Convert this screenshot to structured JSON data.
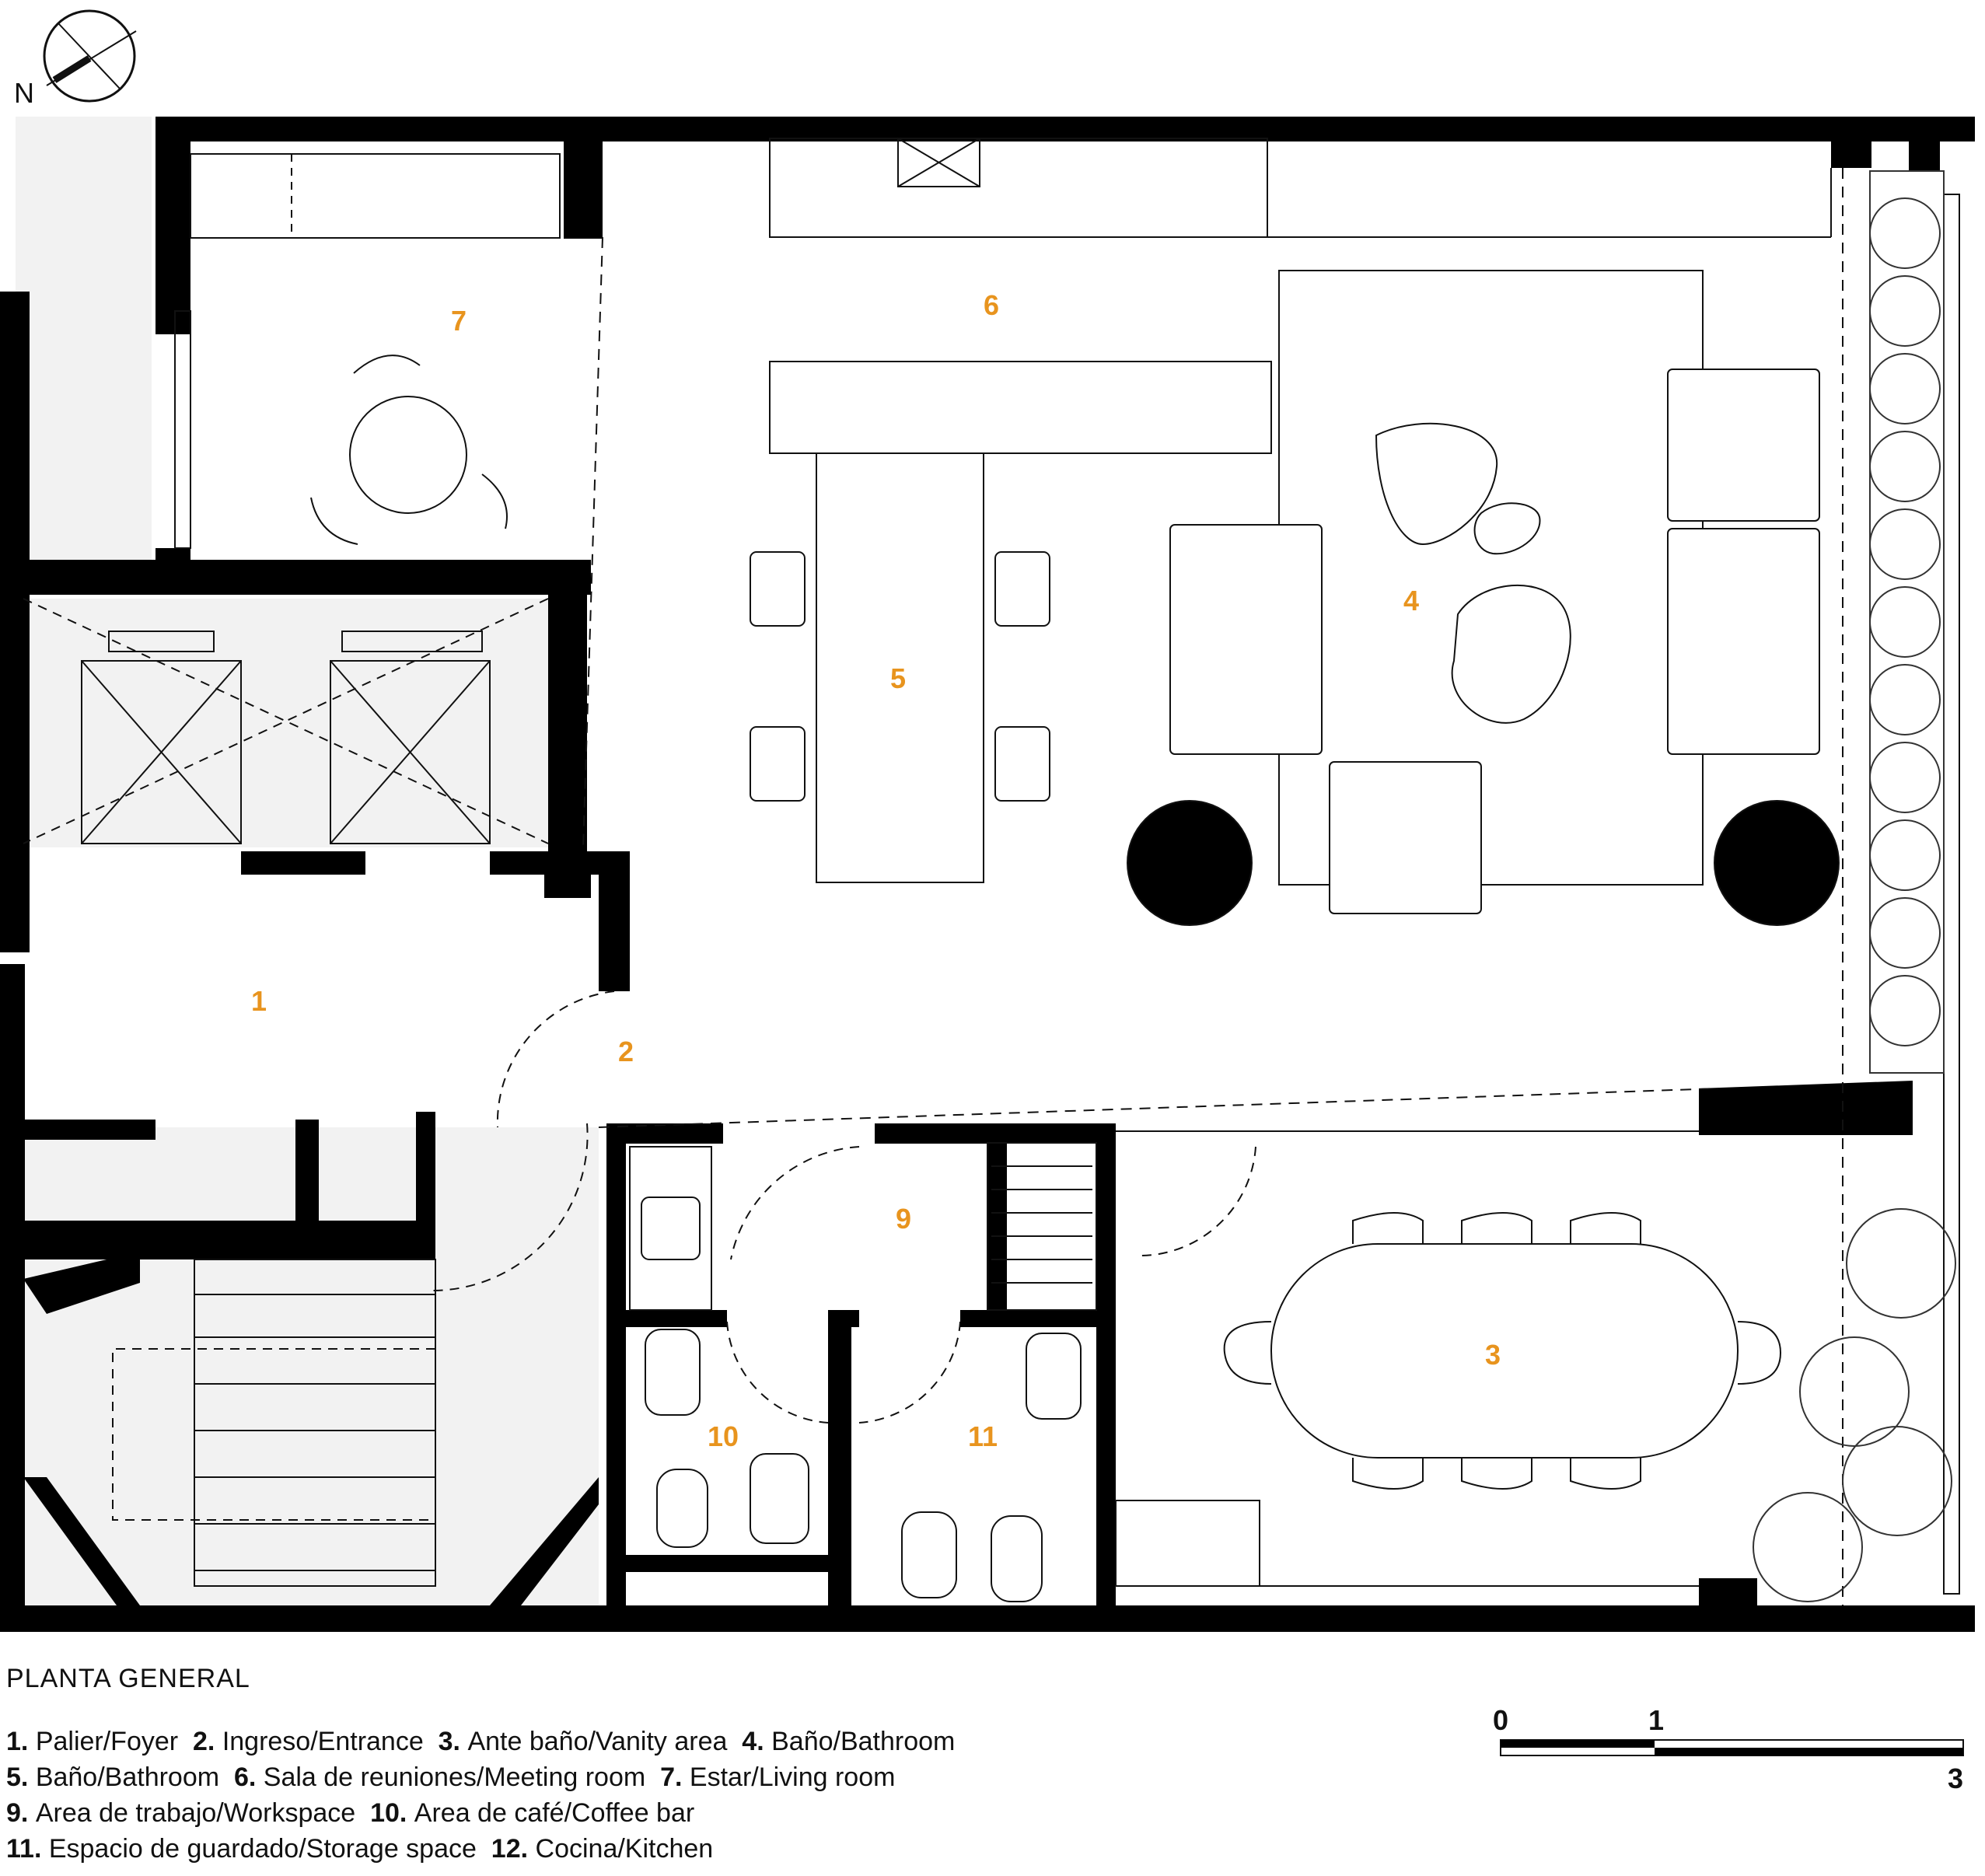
{
  "compass": {
    "label": "N"
  },
  "rooms": [
    {
      "id": "1",
      "label": "1"
    },
    {
      "id": "2",
      "label": "2"
    },
    {
      "id": "3",
      "label": "3"
    },
    {
      "id": "4",
      "label": "4"
    },
    {
      "id": "5",
      "label": "5"
    },
    {
      "id": "6",
      "label": "6"
    },
    {
      "id": "7",
      "label": "7"
    },
    {
      "id": "9",
      "label": "9"
    },
    {
      "id": "10",
      "label": "10"
    },
    {
      "id": "11",
      "label": "11"
    }
  ],
  "title": "PLANTA GENERAL",
  "legend": [
    [
      {
        "num": "1.",
        "text": "Palier/Foyer"
      },
      {
        "num": "2.",
        "text": "Ingreso/Entrance"
      },
      {
        "num": "3.",
        "text": "Ante baño/Vanity area"
      },
      {
        "num": "4.",
        "text": "Baño/Bathroom"
      }
    ],
    [
      {
        "num": "5.",
        "text": "Baño/Bathroom"
      },
      {
        "num": "6.",
        "text": "Sala de reuniones/Meeting room"
      },
      {
        "num": "7.",
        "text": "Estar/Living room"
      }
    ],
    [
      {
        "num": "9.",
        "text": "Area de trabajo/Workspace"
      },
      {
        "num": "10.",
        "text": "Area de café/Coffee bar"
      }
    ],
    [
      {
        "num": "11.",
        "text": "Espacio de guardado/Storage space"
      },
      {
        "num": "12.",
        "text": "Cocina/Kitchen"
      }
    ]
  ],
  "scale_bar": {
    "labels": [
      "0",
      "1",
      "3"
    ]
  },
  "colors": {
    "label": "#e8941e",
    "wall": "#000000",
    "shade": "#f2f2f2"
  }
}
